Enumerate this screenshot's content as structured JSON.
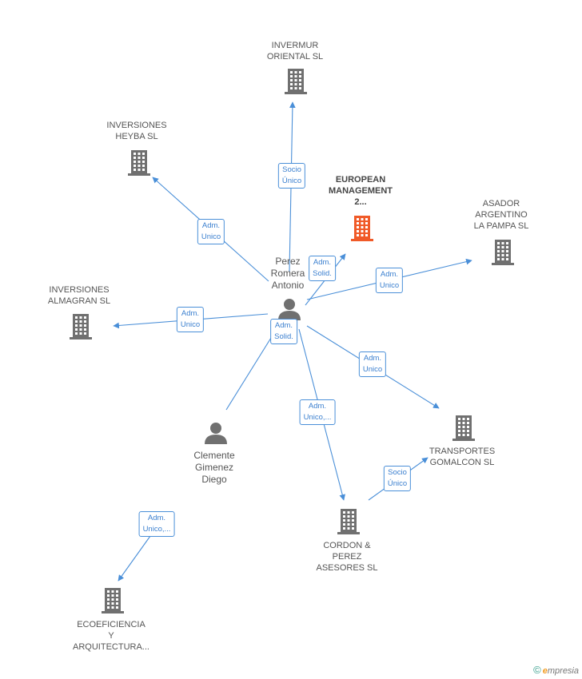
{
  "colors": {
    "company": "#707070",
    "main_company": "#f05a28",
    "person": "#707070",
    "edge": "#4a8fd8"
  },
  "companies": [
    {
      "id": "invermur",
      "label": "INVERMUR\nORIENTAL SL",
      "main": false
    },
    {
      "id": "heyba",
      "label": "INVERSIONES\nHEYBA SL",
      "main": false
    },
    {
      "id": "european",
      "label": "EUROPEAN\nMANAGEMENT\n2...",
      "main": true
    },
    {
      "id": "asador",
      "label": "ASADOR\nARGENTINO\nLA PAMPA SL",
      "main": false
    },
    {
      "id": "almagran",
      "label": "INVERSIONES\nALMAGRAN SL",
      "main": false
    },
    {
      "id": "transportes",
      "label": "TRANSPORTES\nGOMALCON  SL",
      "main": false
    },
    {
      "id": "cordon",
      "label": "CORDON &\nPEREZ\nASESORES SL",
      "main": false
    },
    {
      "id": "ecoeficiencia",
      "label": "ECOEFICIENCIA\nY\nARQUITECTURA...",
      "main": false
    }
  ],
  "persons": [
    {
      "id": "perez",
      "label": "Perez\nRomera\nAntonio"
    },
    {
      "id": "clemente",
      "label": "Clemente\nGimenez\nDiego"
    }
  ],
  "edges": [
    {
      "from": "perez",
      "to": "invermur",
      "label": "Socio\nÚnico"
    },
    {
      "from": "perez",
      "to": "heyba",
      "label": "Adm.\nUnico"
    },
    {
      "from": "perez",
      "to": "european",
      "label": "Adm.\nSolid."
    },
    {
      "from": "perez",
      "to": "asador",
      "label": "Adm.\nUnico"
    },
    {
      "from": "perez",
      "to": "almagran",
      "label": "Adm.\nUnico"
    },
    {
      "from": "perez",
      "to": "transportes",
      "label": "Adm.\nUnico"
    },
    {
      "from": "perez",
      "to": "cordon",
      "label": "Adm.\nUnico,..."
    },
    {
      "from": "clemente",
      "to": "perez",
      "label": "Adm.\nSolid."
    },
    {
      "from": "cordon",
      "to": "transportes",
      "label": "Socio\nÚnico"
    },
    {
      "from": "clemente",
      "to": "ecoeficiencia",
      "label": "Adm.\nUnico,..."
    }
  ],
  "footer": {
    "copyright": "©",
    "brand_initial": "e",
    "brand_rest": "mpresia"
  }
}
